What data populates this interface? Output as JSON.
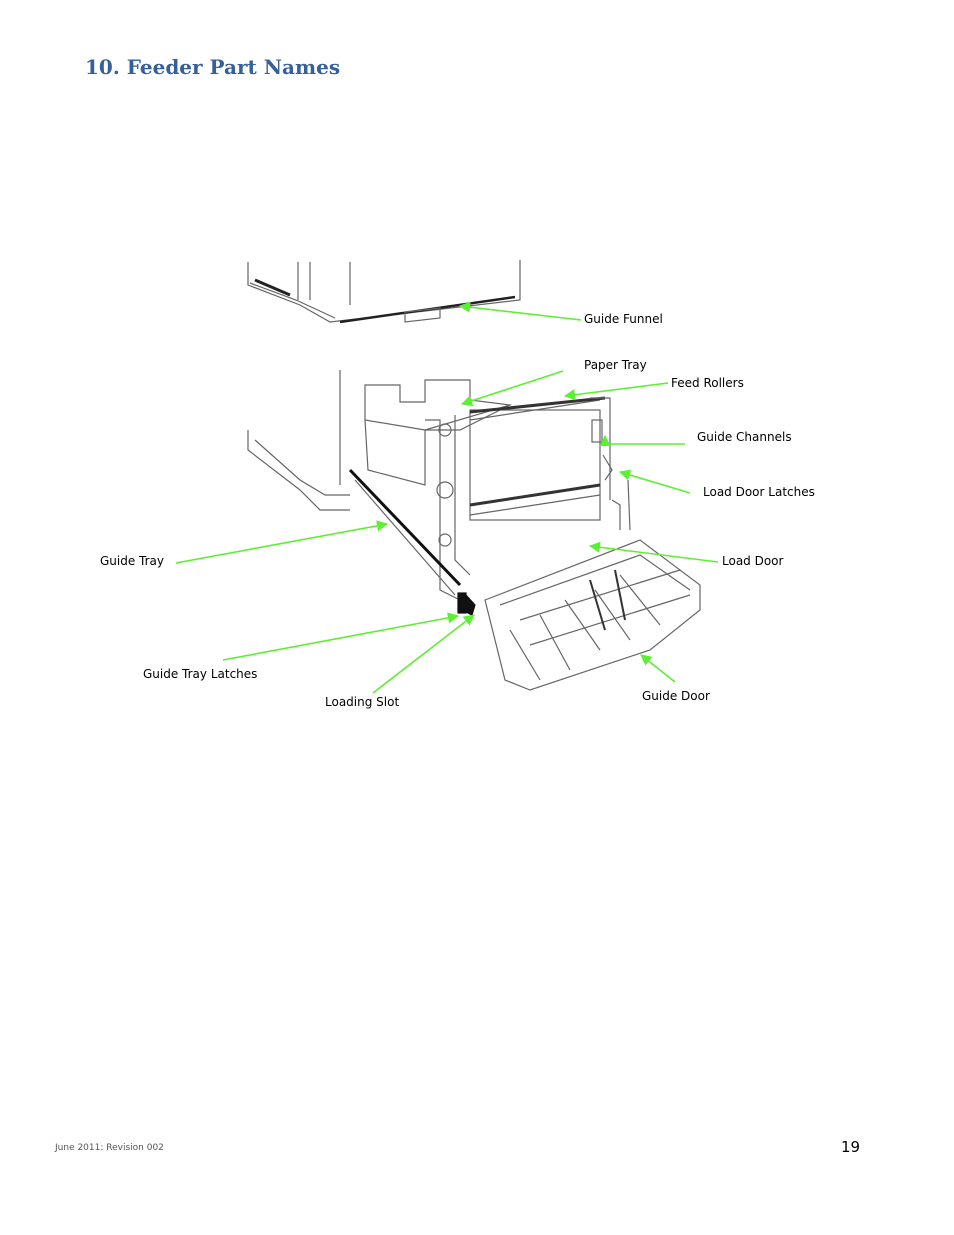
{
  "heading": "10.  Feeder Part Names",
  "colors": {
    "heading": "#36609a",
    "arrow": "#5cf032",
    "drawing": "#555555"
  },
  "figure": {
    "labels": {
      "guide_funnel": "Guide Funnel",
      "paper_tray": "Paper Tray",
      "feed_rollers": "Feed Rollers",
      "guide_channels": "Guide Channels",
      "load_door_latches": "Load Door Latches",
      "load_door": "Load Door",
      "guide_tray": "Guide Tray",
      "guide_tray_latches": "Guide Tray Latches",
      "loading_slot": "Loading Slot",
      "guide_door": "Guide Door"
    }
  },
  "footer": {
    "revision": "June 2011: Revision 002",
    "page_number": "19"
  }
}
